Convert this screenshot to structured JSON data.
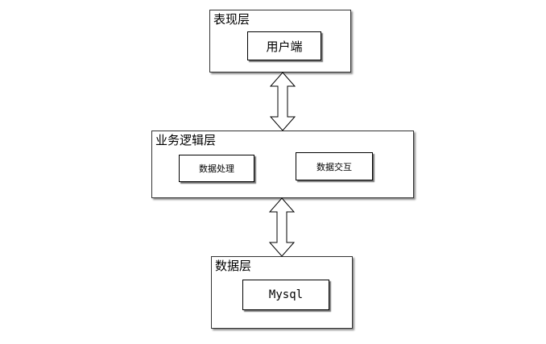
{
  "diagram": {
    "layers": {
      "presentation": {
        "title": "表现层",
        "component": "用户端"
      },
      "logic": {
        "title": "业务逻辑层",
        "components": [
          "数据处理",
          "数据交互"
        ]
      },
      "data": {
        "title": "数据层",
        "component": "Mysql"
      }
    },
    "arrows": [
      {
        "from": "presentation",
        "to": "logic",
        "direction": "bidirectional"
      },
      {
        "from": "logic",
        "to": "data",
        "direction": "bidirectional"
      }
    ],
    "colors": {
      "stroke": "#000000",
      "fill": "#ffffff",
      "shadow": "#555555"
    }
  }
}
